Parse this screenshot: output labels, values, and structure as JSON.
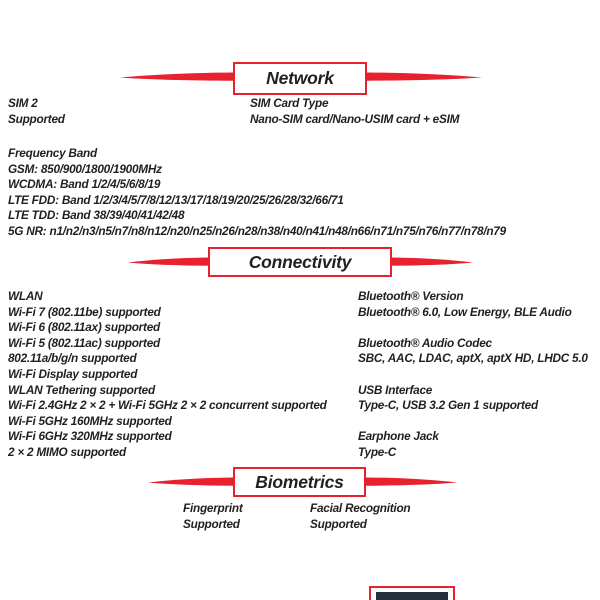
{
  "colors": {
    "accent_red": "#e8212e",
    "text": "#231f20"
  },
  "network": {
    "title": "Network",
    "sim2": {
      "label": "SIM 2",
      "value": "Supported"
    },
    "sim_card_type": {
      "label": "SIM Card Type",
      "value": "Nano-SIM card/Nano-USIM card + eSIM"
    },
    "frequency": {
      "heading": "Frequency Band",
      "lines": [
        "GSM: 850/900/1800/1900MHz",
        "WCDMA: Band 1/2/4/5/6/8/19",
        "LTE FDD: Band 1/2/3/4/5/7/8/12/13/17/18/19/20/25/26/28/32/66/71",
        "LTE TDD: Band 38/39/40/41/42/48",
        "5G NR: n1/n2/n3/n5/n7/n8/n12/n20/n25/n26/n28/n38/n40/n41/n48/n66/n71/n75/n76/n77/n78/n79"
      ]
    }
  },
  "connectivity": {
    "title": "Connectivity",
    "wlan_lines": [
      "WLAN",
      "Wi-Fi 7 (802.11be) supported",
      "Wi-Fi 6 (802.11ax) supported",
      "Wi-Fi 5 (802.11ac) supported",
      "802.11a/b/g/n supported",
      "Wi-Fi Display supported",
      "WLAN Tethering supported",
      "Wi-Fi 2.4GHz 2 × 2 + Wi-Fi 5GHz 2 × 2 concurrent supported",
      "Wi-Fi 5GHz 160MHz supported",
      "Wi-Fi 6GHz 320MHz supported",
      "2 × 2 MIMO supported"
    ],
    "groups": [
      {
        "label": "Bluetooth® Version",
        "value": "Bluetooth® 6.0, Low Energy, BLE Audio"
      },
      {
        "label": "Bluetooth® Audio Codec",
        "value": "SBC, AAC, LDAC, aptX, aptX HD, LHDC 5.0"
      },
      {
        "label": "USB Interface",
        "value": "Type-C, USB 3.2 Gen 1 supported"
      },
      {
        "label": "Earphone Jack",
        "value": "Type-C"
      }
    ]
  },
  "biometrics": {
    "title": "Biometrics",
    "items": [
      {
        "label": "Fingerprint",
        "value": "Supported"
      },
      {
        "label": "Facial Recognition",
        "value": "Supported"
      }
    ]
  }
}
